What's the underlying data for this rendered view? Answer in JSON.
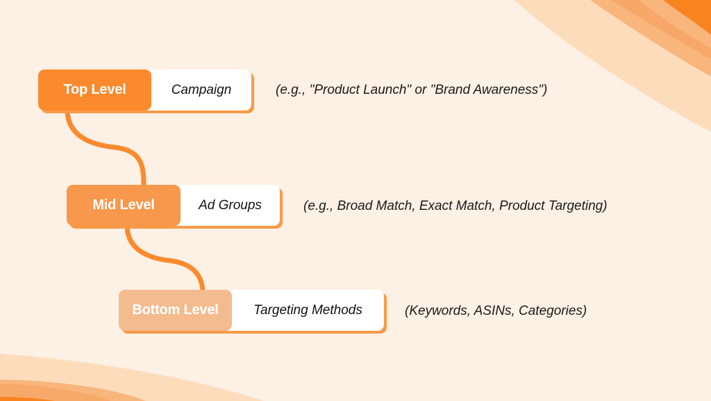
{
  "diagram": {
    "type": "hierarchy",
    "levels": [
      {
        "label": "Top Level",
        "value": "Campaign",
        "description": "(e.g., \"Product Launch\" or \"Brand Awareness\")",
        "color": "#fb8a2e"
      },
      {
        "label": "Mid Level",
        "value": "Ad Groups",
        "description": "(e.g., Broad Match, Exact Match, Product Targeting)",
        "color": "#f7984c"
      },
      {
        "label": "Bottom Level",
        "value": "Targeting Methods",
        "description": "(Keywords, ASINs, Categories)",
        "color": "#f4bb8f"
      }
    ],
    "colors": {
      "background": "#fdf0e4",
      "connector": "#fb8a2e",
      "shadow": "#f99a48",
      "pill": "#ffffff"
    }
  }
}
